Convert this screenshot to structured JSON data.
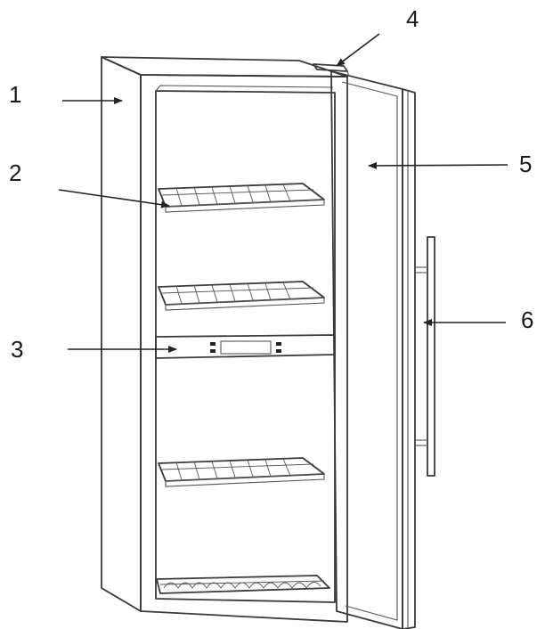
{
  "callouts": [
    {
      "id": "1",
      "label": "1"
    },
    {
      "id": "2",
      "label": "2"
    },
    {
      "id": "3",
      "label": "3"
    },
    {
      "id": "4",
      "label": "4"
    },
    {
      "id": "5",
      "label": "5"
    },
    {
      "id": "6",
      "label": "6"
    }
  ],
  "colors": {
    "stroke": "#3a3a3a",
    "background": "#ffffff",
    "panel": "#f4f4f4"
  }
}
